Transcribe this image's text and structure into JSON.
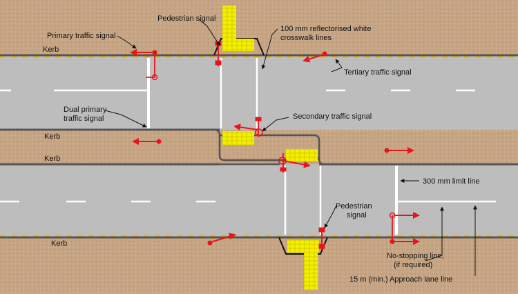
{
  "labels": {
    "pedestrian_signal_top": "Pedestrian signal",
    "crosswalk_lines_1": "100 mm reflectorised white",
    "crosswalk_lines_2": "crosswalk lines",
    "primary_signal": "Primary traffic signal",
    "kerb_top": "Kerb",
    "tertiary_signal": "Tertiary traffic signal",
    "dual_primary_1": "Dual primary",
    "dual_primary_2": "traffic signal",
    "secondary_signal": "Secondary traffic signal",
    "kerb_median_upper": "Kerb",
    "kerb_median_lower": "Kerb",
    "limit_line": "300 mm limit line",
    "pedestrian_signal_bottom_1": "Pedestrian",
    "pedestrian_signal_bottom_2": "signal",
    "kerb_bottom": "Kerb",
    "no_stopping_1": "No-stopping line,",
    "no_stopping_2": "(if required)",
    "approach_lane": "15 m (min.) Approach lane line"
  },
  "colors": {
    "ground": "#c9a98a",
    "road": "#bdbdbd",
    "kerb_edge": "#555555",
    "yellow_line": "#f0b400",
    "marking": "#ffffff",
    "signal": "#e8141a",
    "tactile_pad": "#f5ee00",
    "leader": "#111111"
  }
}
